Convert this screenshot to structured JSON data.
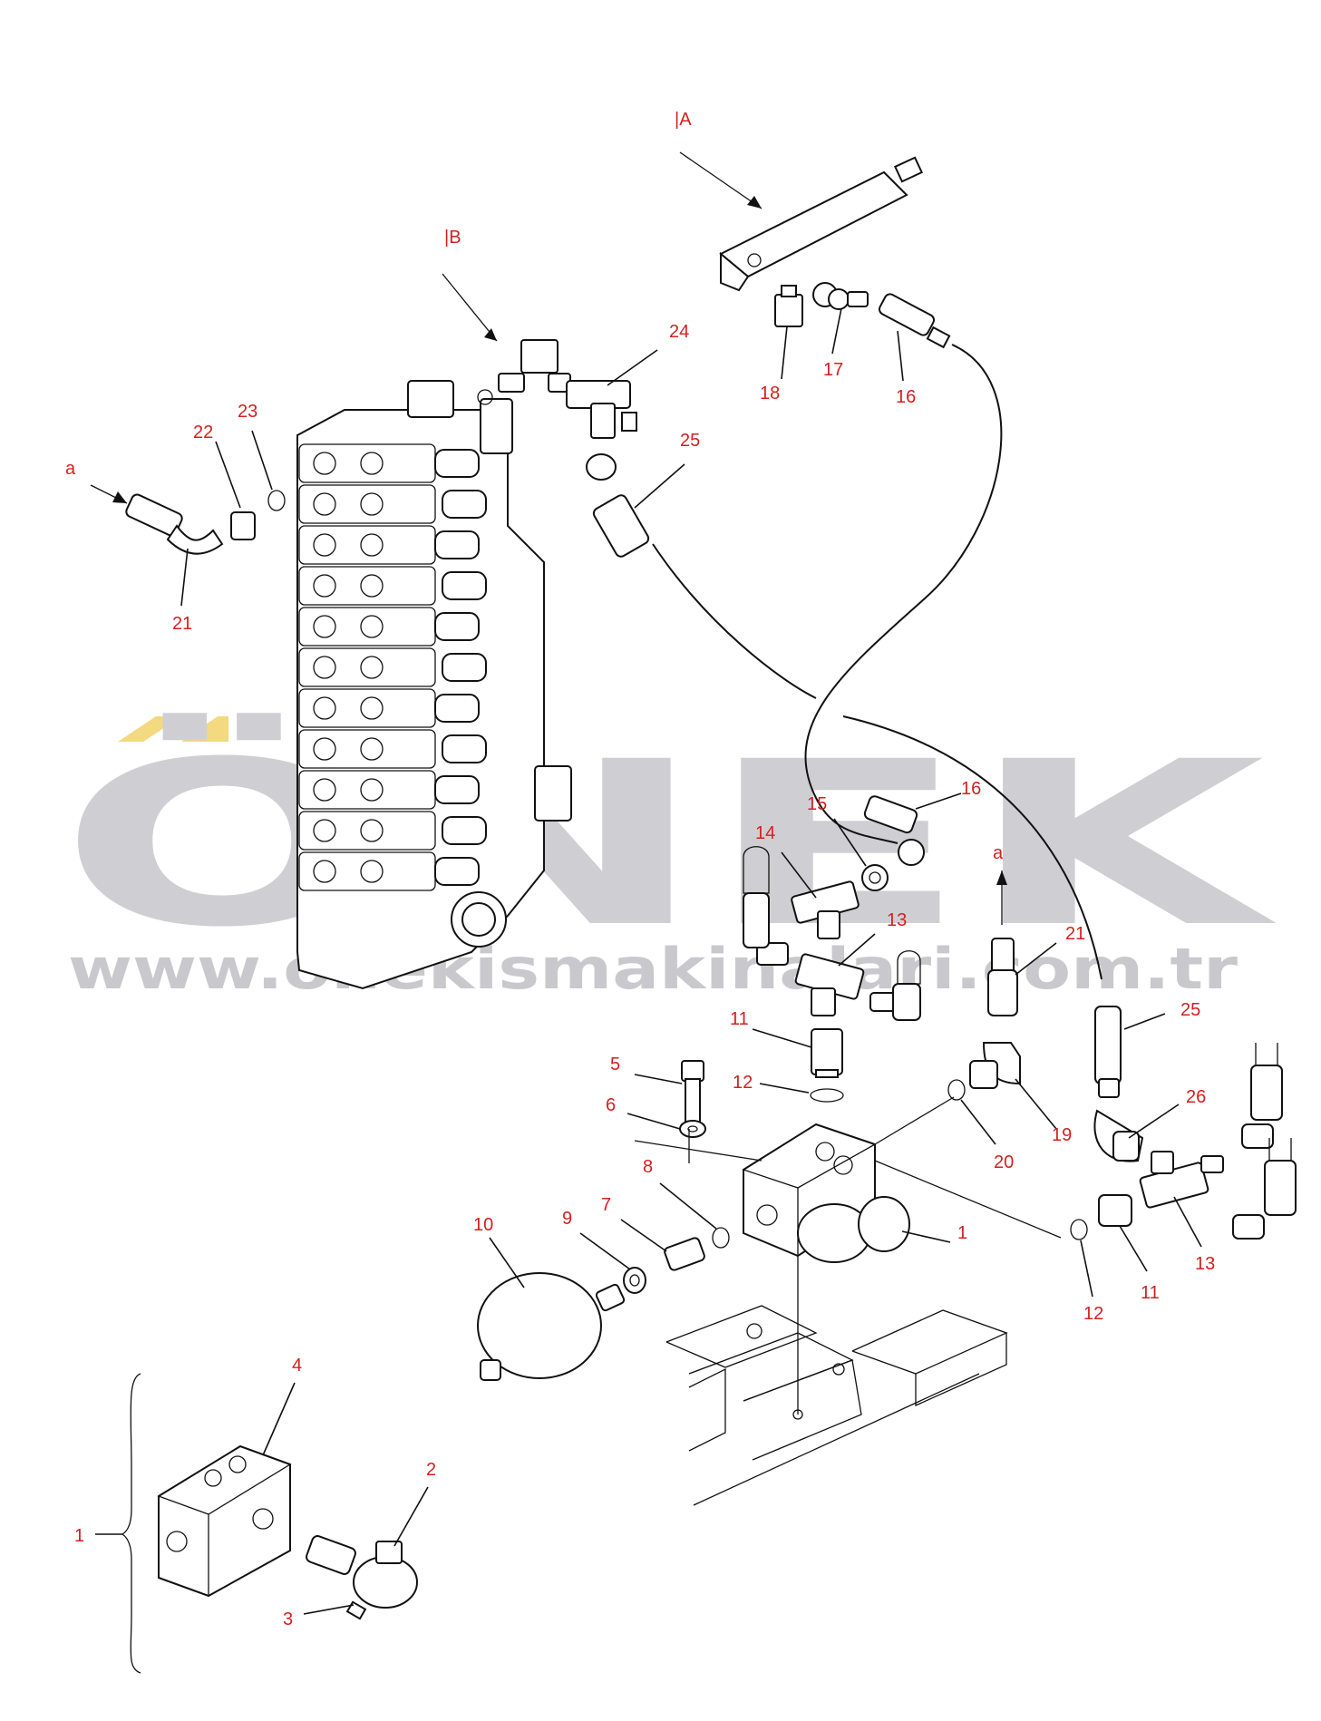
{
  "watermark": {
    "brand": "ÖNEK",
    "url": "www.onekismakinalari.com.tr",
    "accent_color": "#f3d980",
    "text_color": "#cfcfd3"
  },
  "view_labels": {
    "a_top": "|A",
    "b_top": "|B"
  },
  "flow_markers": {
    "left": "a",
    "right": "a"
  },
  "callouts": {
    "c1_main": "1",
    "c1_detail": "1",
    "c2": "2",
    "c3": "3",
    "c4": "4",
    "c5": "5",
    "c6": "6",
    "c7": "7",
    "c8": "8",
    "c9": "9",
    "c10": "10",
    "c11_upper": "11",
    "c11_lower": "11",
    "c12_upper": "12",
    "c12_lower": "12",
    "c13_upper": "13",
    "c13_lower": "13",
    "c14": "14",
    "c15_upper": "15",
    "c16_top": "16",
    "c16_mid": "16",
    "c17": "17",
    "c18": "18",
    "c19": "19",
    "c20": "20",
    "c21_left": "21",
    "c21_right": "21",
    "c22": "22",
    "c23": "23",
    "c24": "24",
    "c25_top": "25",
    "c25_right": "25",
    "c26": "26"
  },
  "colors": {
    "callout": "#d42020",
    "linework": "#111111"
  }
}
